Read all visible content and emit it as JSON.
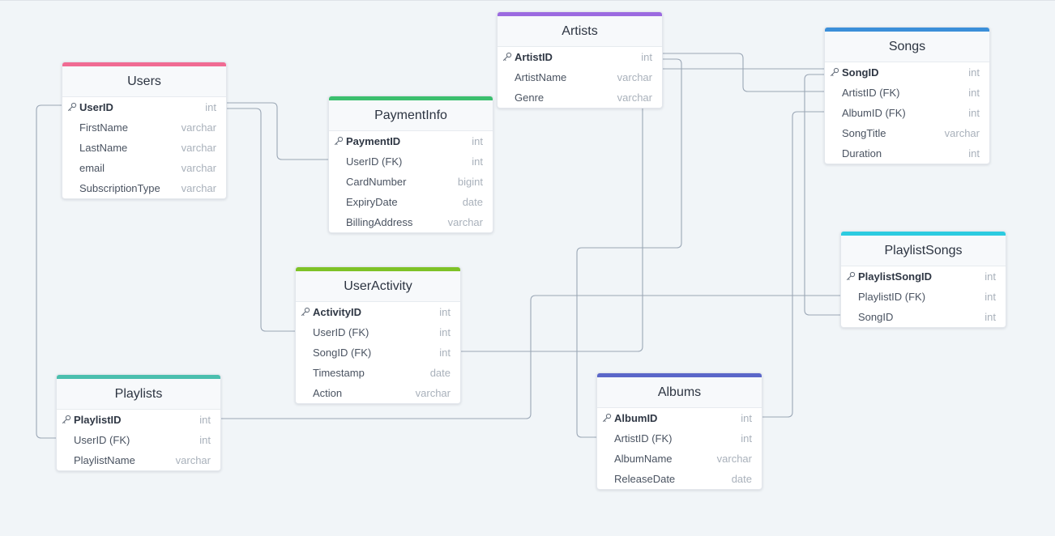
{
  "colors": {
    "background": "#f1f5f8",
    "connector": "#9aa6b5"
  },
  "tables": [
    {
      "id": "users",
      "name": "Users",
      "accent": "#f06b93",
      "columns": [
        {
          "name": "UserID",
          "type": "int",
          "pk": true
        },
        {
          "name": "FirstName",
          "type": "varchar"
        },
        {
          "name": "LastName",
          "type": "varchar"
        },
        {
          "name": "email",
          "type": "varchar"
        },
        {
          "name": "SubscriptionType",
          "type": "varchar"
        }
      ]
    },
    {
      "id": "paymentinfo",
      "name": "PaymentInfo",
      "accent": "#3bbf6e",
      "columns": [
        {
          "name": "PaymentID",
          "type": "int",
          "pk": true
        },
        {
          "name": "UserID (FK)",
          "type": "int"
        },
        {
          "name": "CardNumber",
          "type": "bigint"
        },
        {
          "name": "ExpiryDate",
          "type": "date"
        },
        {
          "name": "BillingAddress",
          "type": "varchar"
        }
      ]
    },
    {
      "id": "artists",
      "name": "Artists",
      "accent": "#9b6ae0",
      "columns": [
        {
          "name": "ArtistID",
          "type": "int",
          "pk": true
        },
        {
          "name": "ArtistName",
          "type": "varchar"
        },
        {
          "name": "Genre",
          "type": "varchar"
        }
      ]
    },
    {
      "id": "songs",
      "name": "Songs",
      "accent": "#3b8fd9",
      "columns": [
        {
          "name": "SongID",
          "type": "int",
          "pk": true
        },
        {
          "name": "ArtistID (FK)",
          "type": "int"
        },
        {
          "name": "AlbumID (FK)",
          "type": "int"
        },
        {
          "name": "SongTitle",
          "type": "varchar"
        },
        {
          "name": "Duration",
          "type": "int"
        }
      ]
    },
    {
      "id": "useractivity",
      "name": "UserActivity",
      "accent": "#7ec227",
      "columns": [
        {
          "name": "ActivityID",
          "type": "int",
          "pk": true
        },
        {
          "name": "UserID (FK)",
          "type": "int"
        },
        {
          "name": "SongID (FK)",
          "type": "int"
        },
        {
          "name": "Timestamp",
          "type": "date"
        },
        {
          "name": "Action",
          "type": "varchar"
        }
      ]
    },
    {
      "id": "playlistsongs",
      "name": "PlaylistSongs",
      "accent": "#2ccbe0",
      "columns": [
        {
          "name": "PlaylistSongID",
          "type": "int",
          "pk": true
        },
        {
          "name": "PlaylistID (FK)",
          "type": "int"
        },
        {
          "name": "SongID",
          "type": "int"
        }
      ]
    },
    {
      "id": "playlists",
      "name": "Playlists",
      "accent": "#4bbfae",
      "columns": [
        {
          "name": "PlaylistID",
          "type": "int",
          "pk": true
        },
        {
          "name": "UserID (FK)",
          "type": "int"
        },
        {
          "name": "PlaylistName",
          "type": "varchar"
        }
      ]
    },
    {
      "id": "albums",
      "name": "Albums",
      "accent": "#5b67c9",
      "columns": [
        {
          "name": "AlbumID",
          "type": "int",
          "pk": true
        },
        {
          "name": "ArtistID (FK)",
          "type": "int"
        },
        {
          "name": "AlbumName",
          "type": "varchar"
        },
        {
          "name": "ReleaseDate",
          "type": "date"
        }
      ]
    }
  ],
  "relationships": [
    {
      "from": "Users.UserID",
      "to": "PaymentInfo.UserID (FK)"
    },
    {
      "from": "Users.UserID",
      "to": "UserActivity.UserID (FK)"
    },
    {
      "from": "Users.UserID",
      "to": "Playlists.UserID (FK)"
    },
    {
      "from": "Artists.ArtistID",
      "to": "Songs.ArtistID (FK)"
    },
    {
      "from": "Artists.ArtistID",
      "to": "Albums.ArtistID (FK)"
    },
    {
      "from": "Songs.SongID",
      "to": "UserActivity.SongID (FK)"
    },
    {
      "from": "Songs.SongID",
      "to": "PlaylistSongs.SongID"
    },
    {
      "from": "Albums.AlbumID",
      "to": "Songs.AlbumID (FK)"
    },
    {
      "from": "Playlists.PlaylistID",
      "to": "PlaylistSongs.PlaylistID (FK)"
    }
  ]
}
